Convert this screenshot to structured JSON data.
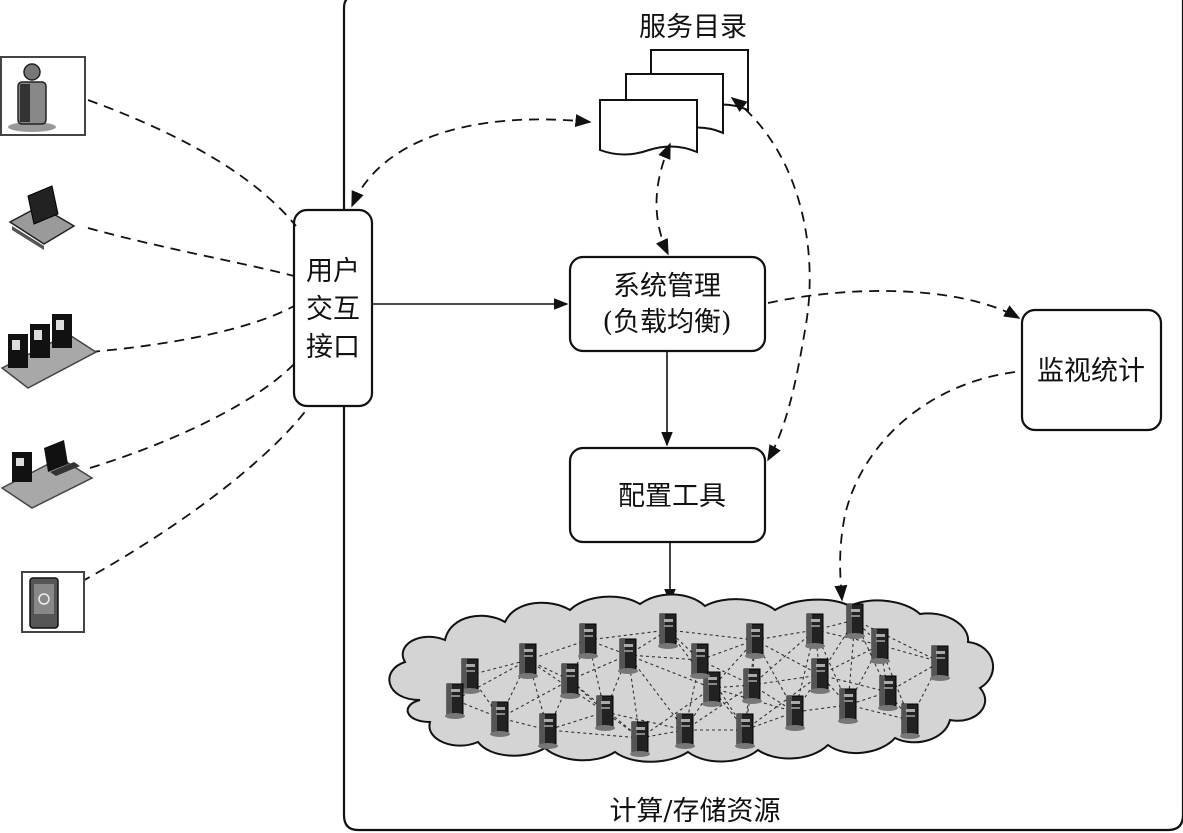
{
  "labels": {
    "service_catalog": "服务目录",
    "ui_line1": "用户",
    "ui_line2": "交互",
    "ui_line3": "接口",
    "sysmgmt_line1": "系统管理",
    "sysmgmt_line2": "(负载均衡)",
    "monitor": "监视统计",
    "config_tool": "配置工具",
    "resources": "计算/存储资源"
  },
  "devices": [
    {
      "id": "person",
      "icon": "person-icon"
    },
    {
      "id": "laptop",
      "icon": "laptop-icon"
    },
    {
      "id": "server-rack",
      "icon": "server-rack-icon"
    },
    {
      "id": "workstation",
      "icon": "workstation-icon"
    },
    {
      "id": "mobile",
      "icon": "mobile-device-icon"
    }
  ],
  "cloud": {
    "icon": "cloud-icon",
    "server_icon": "server-tower-icon",
    "server_count": 26
  },
  "colors": {
    "ink": "#111111",
    "cloud_fill": "#d4d4d4",
    "device_gray": "#9a9a9a"
  }
}
